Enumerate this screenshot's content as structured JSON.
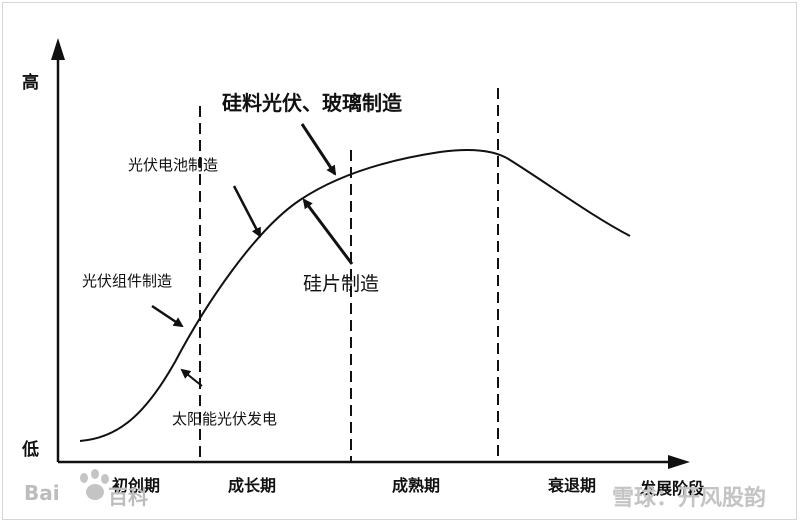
{
  "diagram": {
    "y_axis": {
      "top_label": "高",
      "bottom_label": "低"
    },
    "x_axis": {
      "label": "发展阶段"
    },
    "stages": [
      "初创期",
      "成长期",
      "成熟期",
      "衰退期"
    ],
    "annotations": {
      "silicon_glass": "硅料光伏、玻璃制造",
      "cell": "光伏电池制造",
      "module": "光伏组件制造",
      "wafer": "硅片制造",
      "solar_power": "太阳能光伏发电"
    },
    "colors": {
      "line": "#111111",
      "watermark": "#bcbcbc",
      "frame": "#d6d6d6"
    }
  },
  "watermarks": {
    "baidu_left": "Bai",
    "baidu_right": "百科",
    "xueqiu": "雪球：开风股韵"
  }
}
